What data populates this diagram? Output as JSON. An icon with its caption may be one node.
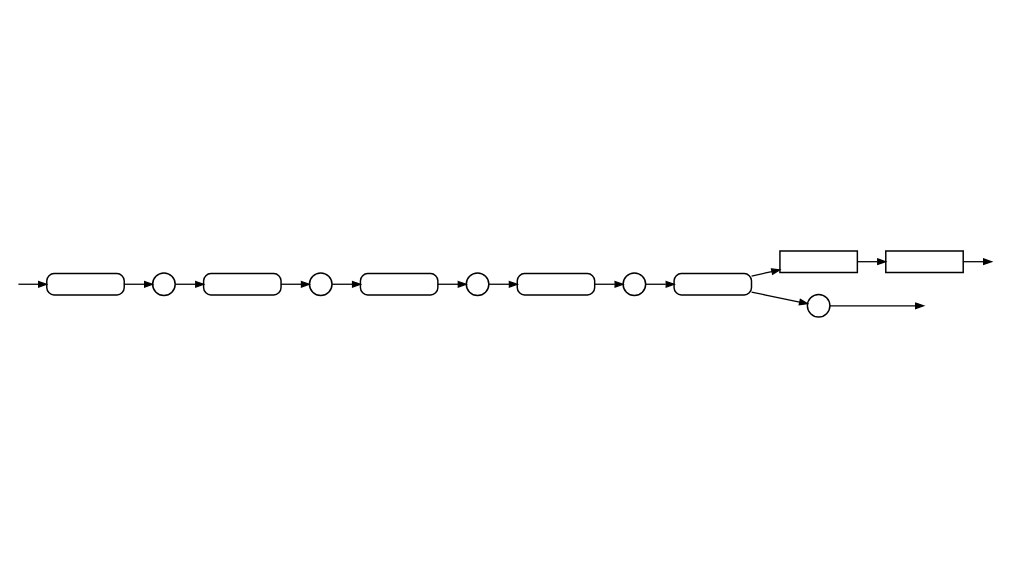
{
  "diagram": {
    "nodes": [
      {
        "text": [],
        "shape": "pill"
      },
      {
        "text": [],
        "shape": "circle"
      },
      {
        "text": [],
        "shape": "pill"
      },
      {
        "text": [],
        "shape": "circle"
      },
      {
        "text": [],
        "shape": "pill"
      },
      {
        "text": [],
        "shape": "circle"
      },
      {
        "text": [],
        "shape": "pill"
      },
      {
        "text": [],
        "shape": "circle"
      },
      {
        "text": [],
        "shape": "pill"
      },
      {
        "text": [],
        "shape": "box"
      },
      {
        "text": [],
        "shape": "box"
      },
      {
        "text": [],
        "shape": "circle"
      }
    ],
    "edges": [
      {
        "from": null,
        "to": 0,
        "arrow": "to"
      },
      {
        "from": 0,
        "to": 1,
        "arrow": "to"
      },
      {
        "from": 1,
        "to": 2,
        "arrow": "to"
      },
      {
        "from": 2,
        "to": 3,
        "arrow": "to"
      },
      {
        "from": 3,
        "to": 4,
        "arrow": "to"
      },
      {
        "from": 4,
        "to": 5,
        "arrow": "to"
      },
      {
        "from": 5,
        "to": 6,
        "arrow": "to"
      },
      {
        "from": 6,
        "to": 7,
        "arrow": "to"
      },
      {
        "from": 7,
        "to": 8,
        "arrow": "to"
      },
      {
        "from": 8,
        "to": 9,
        "arrow": "to"
      },
      {
        "from": 9,
        "to": 10,
        "arrow": "to"
      },
      {
        "from": 8,
        "to": 11,
        "arrow": "to"
      },
      {
        "from": 10,
        "to": null,
        "arrow": "to"
      },
      {
        "from": 11,
        "to": null,
        "arrow": "to"
      }
    ]
  }
}
